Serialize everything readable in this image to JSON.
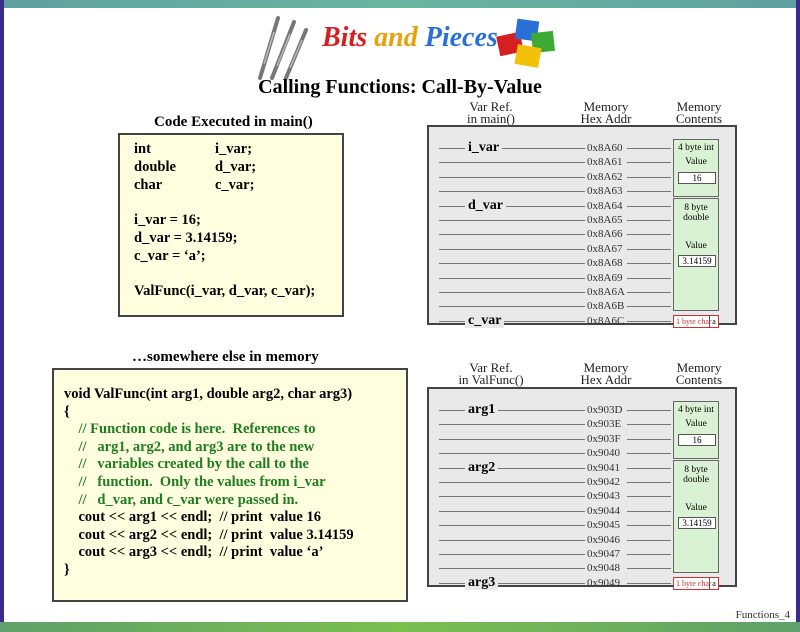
{
  "logo": {
    "words": [
      "Bits",
      "and",
      "Pieces"
    ],
    "colors": [
      "#d62020",
      "#e8a10a",
      "#2a6fd6"
    ]
  },
  "title": "Calling Functions: Call-By-Value",
  "main_code": {
    "heading": "Code Executed in main()",
    "lines": [
      {
        "a": "int",
        "b": "i_var;"
      },
      {
        "a": "double",
        "b": "d_var;"
      },
      {
        "a": "char",
        "b": "c_var;"
      },
      {
        "a": "",
        "b": ""
      },
      {
        "text": "i_var = 16;"
      },
      {
        "text": "d_var = 3.14159;"
      },
      {
        "text": "c_var = ‘a’;"
      },
      {
        "text": ""
      },
      {
        "text": "ValFunc(i_var, d_var, c_var);"
      }
    ]
  },
  "func_code": {
    "heading": "…somewhere else in memory",
    "lines": [
      {
        "text": "void ValFunc(int arg1, double arg2, char arg3)",
        "comment": false
      },
      {
        "text": "{",
        "comment": false
      },
      {
        "text": "    // Function code is here.  References to",
        "comment": true
      },
      {
        "text": "    //   arg1, arg2, and arg3 are to the new",
        "comment": true
      },
      {
        "text": "    //   variables created by the call to the",
        "comment": true
      },
      {
        "text": "    //   function.  Only the values from i_var",
        "comment": true
      },
      {
        "text": "    //   d_var, and c_var were passed in.",
        "comment": true
      },
      {
        "text": "    cout << arg1 << endl;  // print  value 16",
        "comment": false
      },
      {
        "text": "    cout << arg2 << endl;  // print  value 3.14159",
        "comment": false
      },
      {
        "text": "    cout << arg3 << endl;  // print  value ‘a’",
        "comment": false
      },
      {
        "text": "}",
        "comment": false
      }
    ]
  },
  "memory_main": {
    "col_var": "Var Ref.\nin main()",
    "col_addr": "Memory\nHex Addr",
    "col_contents": "Memory\nContents",
    "addresses": [
      "0x8A60",
      "0x8A61",
      "0x8A62",
      "0x8A63",
      "0x8A64",
      "0x8A65",
      "0x8A66",
      "0x8A67",
      "0x8A68",
      "0x8A69",
      "0x8A6A",
      "0x8A6B",
      "0x8A6C"
    ],
    "vars": [
      {
        "name": "i_var",
        "row": 0
      },
      {
        "name": "d_var",
        "row": 4
      },
      {
        "name": "c_var",
        "row": 12
      }
    ],
    "int_cell": {
      "label": "4 byte int",
      "value_label": "Value",
      "value": "16"
    },
    "double_cell": {
      "label": "8 byte double",
      "value_label": "Value",
      "value": "3.14159"
    },
    "char_cell": {
      "label": "1 byte char",
      "value": "a"
    }
  },
  "memory_func": {
    "col_var": "Var Ref.\nin ValFunc()",
    "col_addr": "Memory\nHex Addr",
    "col_contents": "Memory\nContents",
    "addresses": [
      "0x903D",
      "0x903E",
      "0x903F",
      "0x9040",
      "0x9041",
      "0x9042",
      "0x9043",
      "0x9044",
      "0x9045",
      "0x9046",
      "0x9047",
      "0x9048",
      "0x9049"
    ],
    "vars": [
      {
        "name": "arg1",
        "row": 0
      },
      {
        "name": "arg2",
        "row": 4
      },
      {
        "name": "arg3",
        "row": 12
      }
    ],
    "int_cell": {
      "label": "4 byte int",
      "value_label": "Value",
      "value": "16"
    },
    "double_cell": {
      "label": "8 byte double",
      "value_label": "Value",
      "value": "3.14159"
    },
    "char_cell": {
      "label": "1 byte char",
      "value": "a"
    }
  },
  "footer": "Functions_4"
}
